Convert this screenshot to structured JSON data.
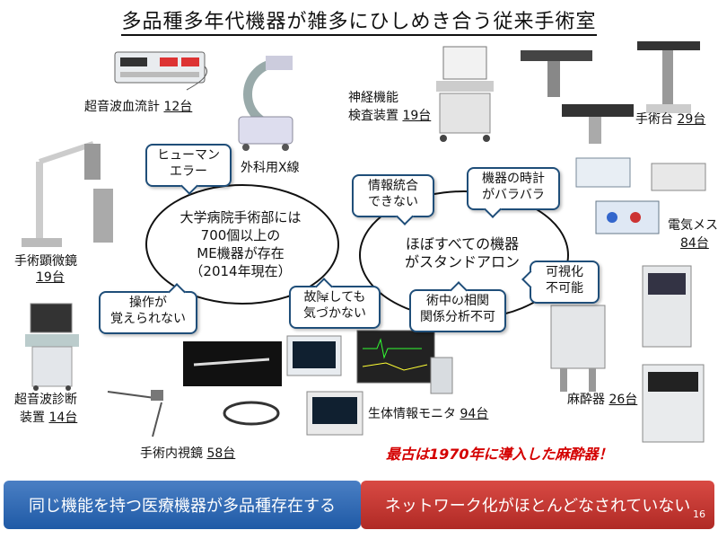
{
  "title": "多品種多年代機器が雑多にひしめき合う従来手術室",
  "devices": {
    "doppler": {
      "name": "超音波血流計",
      "count": "12台"
    },
    "xray": {
      "name": "外科用X線"
    },
    "microscope": {
      "name": "手術顕微鏡",
      "count": "19台"
    },
    "ultrasound": {
      "name_line1": "超音波診断",
      "name_line2": "装置",
      "count": "14台"
    },
    "endoscope": {
      "name": "手術内視鏡",
      "count": "58台"
    },
    "monitor": {
      "name": "生体情報モニタ",
      "count": "94台"
    },
    "nerve": {
      "name_line1": "神経機能",
      "name_line2": "検査装置",
      "count": "19台"
    },
    "table": {
      "name": "手術台",
      "count": "29台"
    },
    "esu": {
      "name": "電気メス",
      "count": "84台"
    },
    "anesthesia": {
      "name": "麻酔器",
      "count": "26台"
    }
  },
  "left_ellipse": {
    "line1": "大学病院手術部には",
    "line2": "700個以上の",
    "line3": "ME機器が存在",
    "line4": "（2014年現在）"
  },
  "right_ellipse": {
    "line1": "ほぼすべての機器",
    "line2": "がスタンドアロン"
  },
  "bubbles": {
    "human_error": {
      "line1": "ヒューマン",
      "line2": "エラー"
    },
    "hard_to_learn": {
      "line1": "操作が",
      "line2": "覚えられない"
    },
    "failure": {
      "line1": "故障しても",
      "line2": "気づかない"
    },
    "no_integration": {
      "line1": "情報統合",
      "line2": "できない"
    },
    "clock": {
      "line1": "機器の時計",
      "line2": "がバラバラ"
    },
    "not_visible": {
      "line1": "可視化",
      "line2": "不可能"
    },
    "correlation": {
      "line1": "術中の相関",
      "line2": "関係分析不可"
    }
  },
  "note": "最古は1970年に導入した麻酔器！",
  "bottom_left": "同じ機能を持つ医療機器が多品種存在する",
  "bottom_right": "ネットワーク化がほとんどなされていない",
  "page_number": "16",
  "colors": {
    "bubble_border": "#1f4e79",
    "note_red": "#d40000",
    "bar_blue": "#1f5aa6",
    "bar_red": "#b02a25"
  }
}
